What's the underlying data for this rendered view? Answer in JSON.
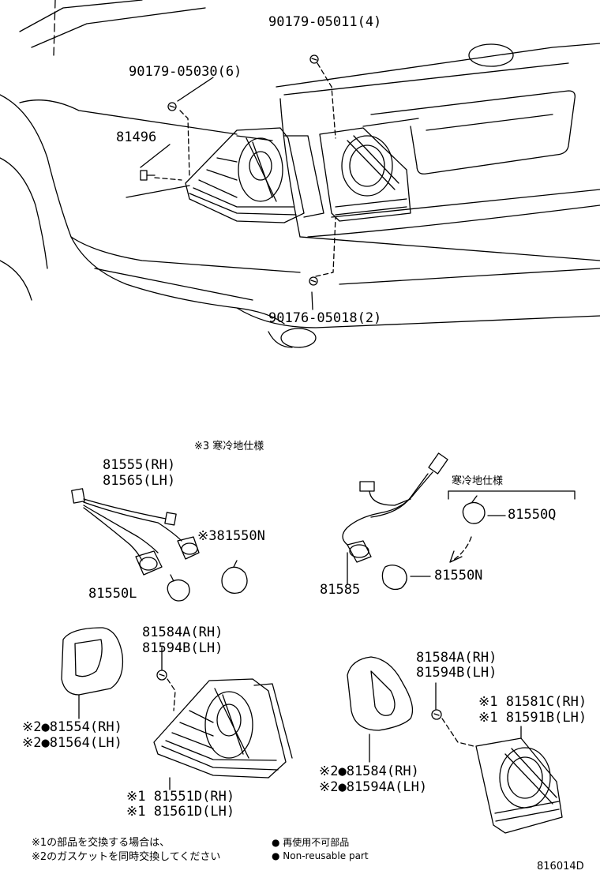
{
  "colors": {
    "ink": "#000000",
    "paper": "#ffffff"
  },
  "top": {
    "p_90179_05011": "90179-05011(4)",
    "p_90179_05030": "90179-05030(6)",
    "p_81496": "81496",
    "p_90176_05018": "90176-05018(2)"
  },
  "mid": {
    "note3": "※3 寒冷地仕様",
    "harness_rh": "81555(RH)",
    "harness_lh": "81565(LH)",
    "bulb_n3": "※381550N",
    "bulb_l": "81550L",
    "cold_spec": "寒冷地仕様",
    "bulb_q": "81550Q",
    "bulb_n": "81550N",
    "socket": "81585"
  },
  "bottom_left": {
    "pad_rh": "81584A(RH)",
    "pad_lh": "81594B(LH)",
    "gasket_rh": "※2●81554(RH)",
    "gasket_lh": "※2●81564(LH)",
    "lamp_rh": "※1 81551D(RH)",
    "lamp_lh": "※1 81561D(LH)"
  },
  "bottom_right": {
    "pad_rh": "81584A(RH)",
    "pad_lh": "81594B(LH)",
    "lamp_rh": "※1 81581C(RH)",
    "lamp_lh": "※1 81591B(LH)",
    "gasket_rh": "※2●81584(RH)",
    "gasket_lh": "※2●81594A(LH)"
  },
  "footer": {
    "note1": "※1の部品を交換する場合は、",
    "note2": "※2のガスケットを同時交換してください",
    "legend_jp": "● 再使用不可部品",
    "legend_en": "● Non-reusable part",
    "fig_code": "816014D"
  }
}
